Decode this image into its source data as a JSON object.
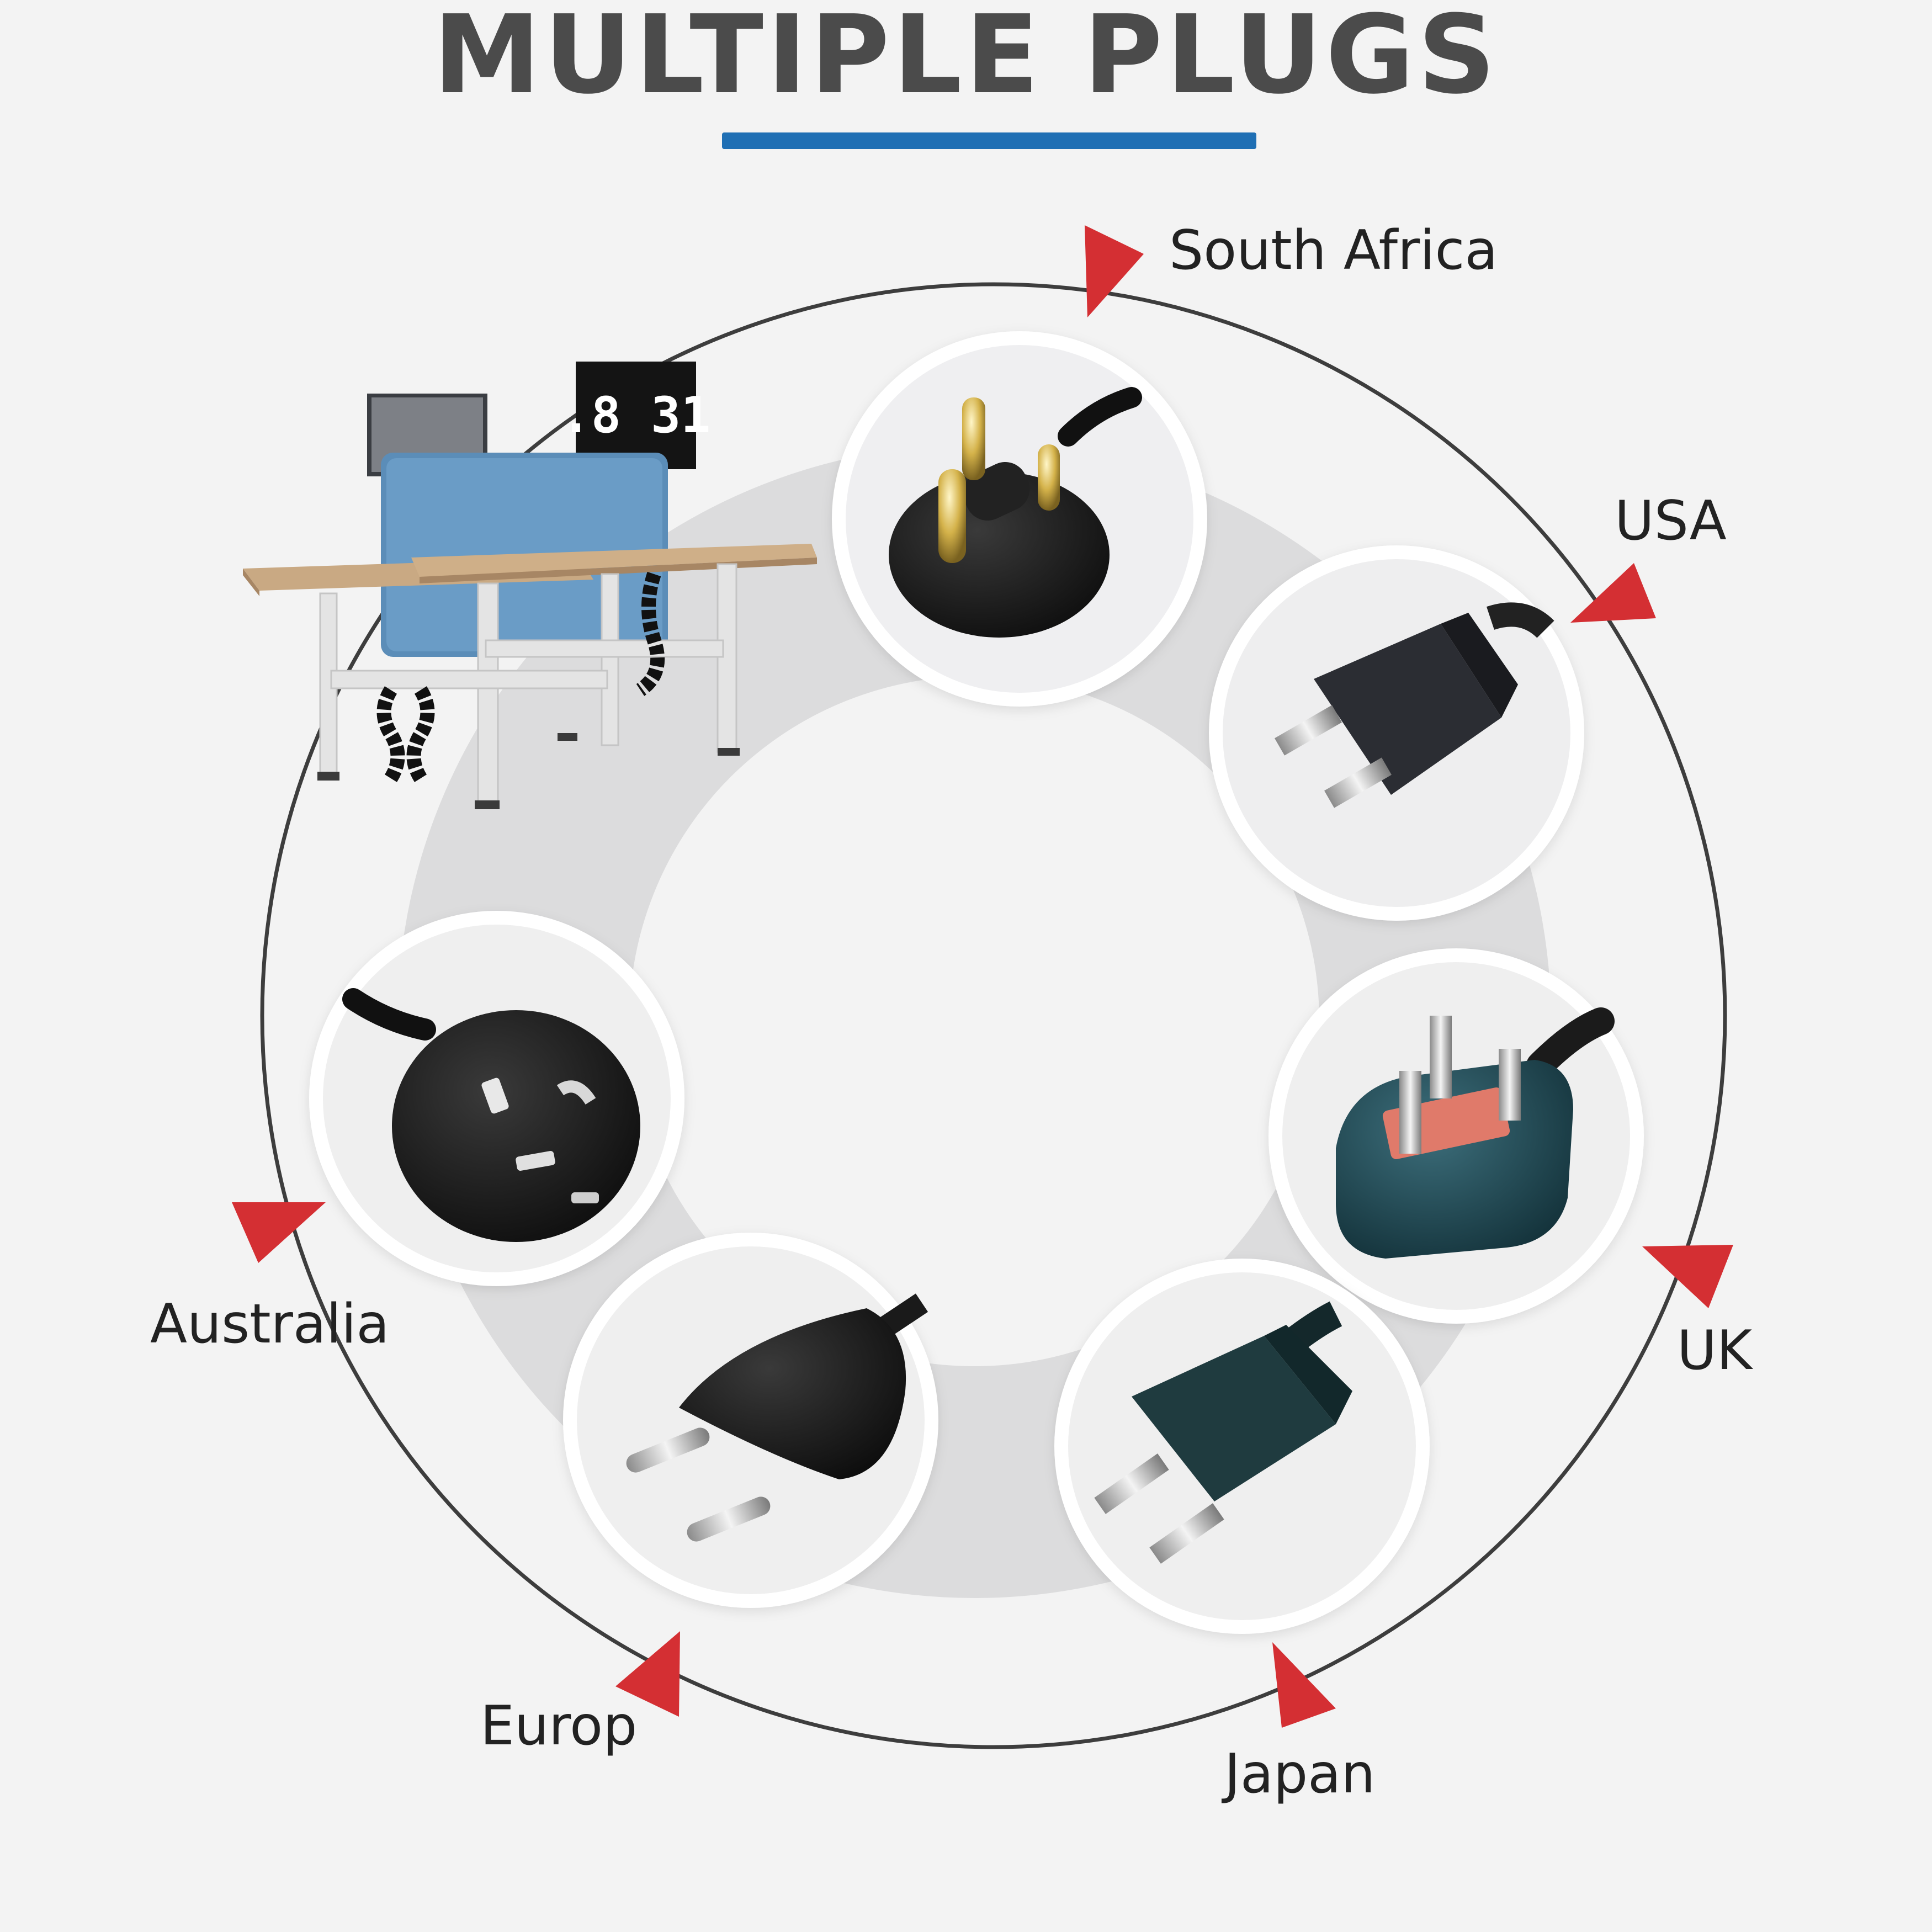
{
  "title": "MULTIPLE PLUGS",
  "colors": {
    "accent": "#1f6fb4",
    "arrow": "#d42f33",
    "background": "#f3f3f3"
  },
  "desk": {
    "monitor_text": ".8 31"
  },
  "plugs": [
    {
      "country": "South Africa",
      "icon": "south-africa-plug-icon"
    },
    {
      "country": "USA",
      "icon": "usa-plug-icon"
    },
    {
      "country": "UK",
      "icon": "uk-plug-icon"
    },
    {
      "country": "Japan",
      "icon": "japan-plug-icon"
    },
    {
      "country": "Europ",
      "icon": "europe-plug-icon"
    },
    {
      "country": "Australia",
      "icon": "australia-plug-icon"
    }
  ]
}
